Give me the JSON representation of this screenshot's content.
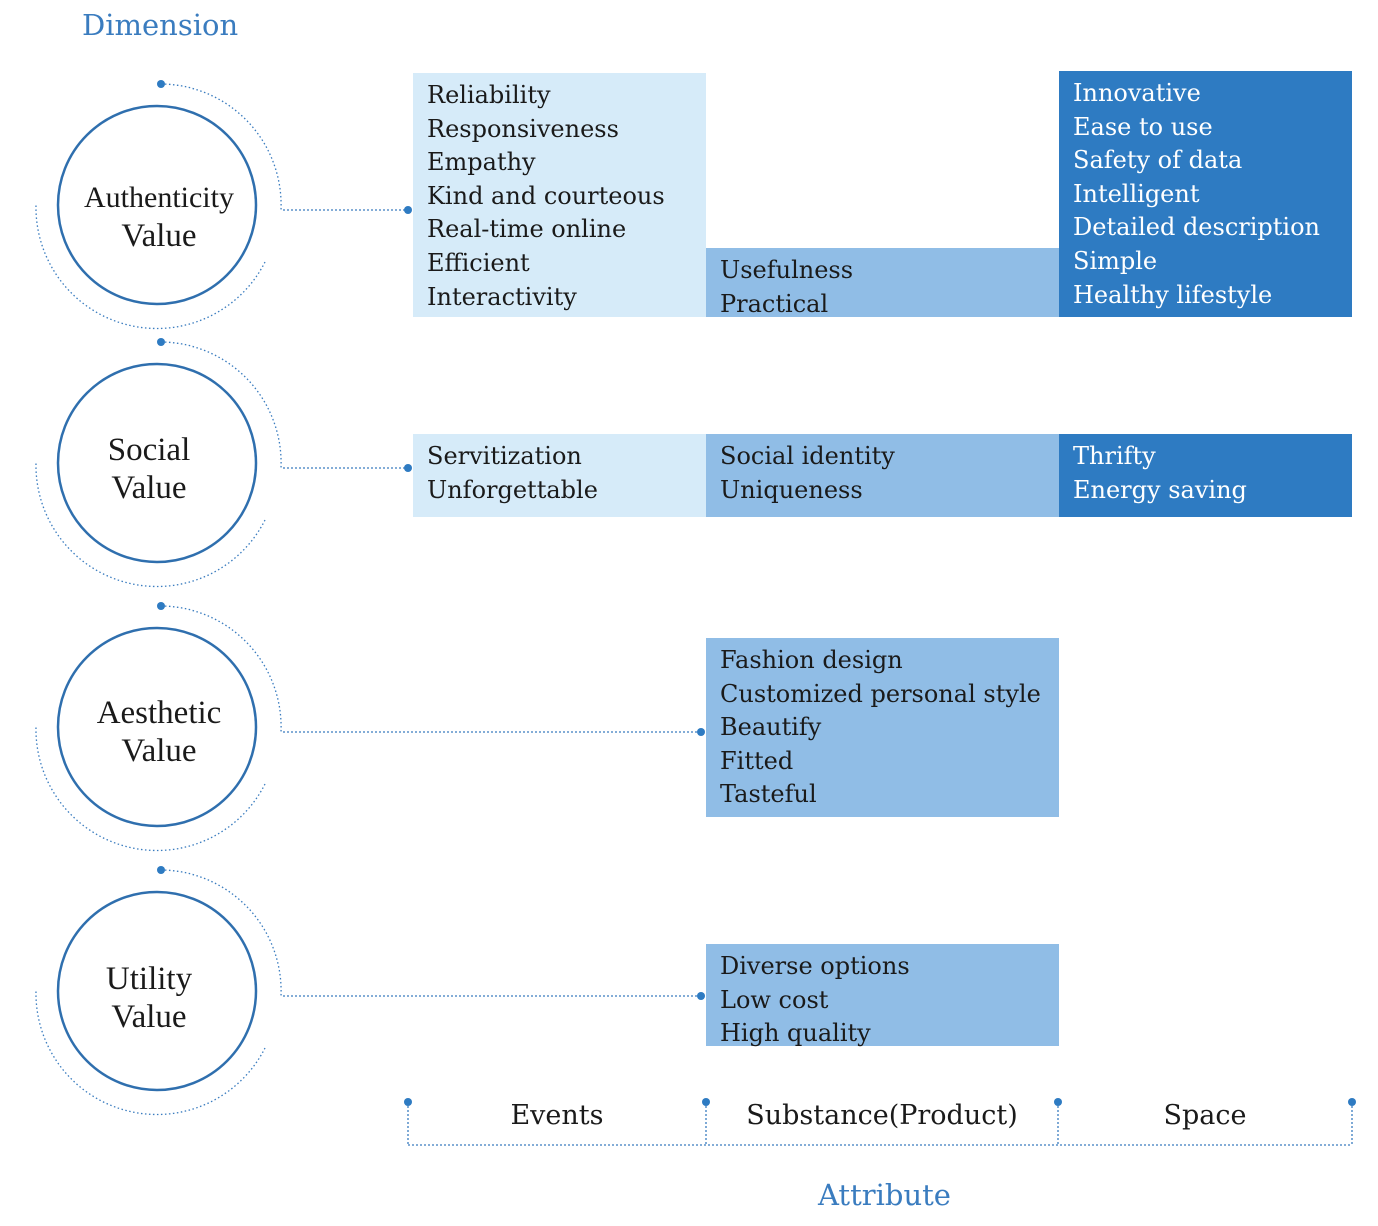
{
  "axis": {
    "dimension_label": "Dimension",
    "attribute_label": "Attribute"
  },
  "dimensions": [
    {
      "line1": "Authenticity",
      "line2": "Value"
    },
    {
      "line1": "Social",
      "line2": "Value"
    },
    {
      "line1": "Aesthetic",
      "line2": "Value"
    },
    {
      "line1": "Utility",
      "line2": "Value"
    }
  ],
  "categories": [
    "Events",
    "Substance(Product)",
    "Space"
  ],
  "cells": {
    "authenticity_events": [
      "Reliability",
      "Responsiveness",
      "Empathy",
      "Kind and courteous",
      "Real-time online",
      "Efficient",
      "Interactivity"
    ],
    "authenticity_substance": [
      "Usefulness",
      "Practical"
    ],
    "authenticity_space": [
      "Innovative",
      "Ease to use",
      "Safety of data",
      "Intelligent",
      "Detailed description",
      "Simple",
      "Healthy lifestyle"
    ],
    "social_events": [
      "Servitization",
      "Unforgettable"
    ],
    "social_substance": [
      "Social identity",
      "Uniqueness"
    ],
    "social_space": [
      "Thrifty",
      "Energy saving"
    ],
    "aesthetic_substance": [
      "Fashion design",
      "Customized personal style",
      "Beautify",
      "Fitted",
      "Tasteful"
    ],
    "utility_substance": [
      "Diverse options",
      "Low cost",
      "High quality"
    ]
  },
  "colors": {
    "events": "#d6ebf9",
    "substance": "#90bde6",
    "space": "#2e7bc2",
    "circle_stroke": "#2f6fae",
    "accent": "#3a7cbf"
  }
}
